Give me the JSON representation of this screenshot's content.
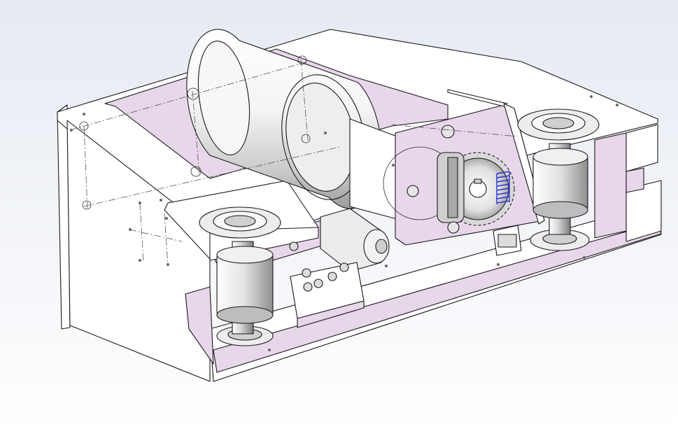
{
  "colors": {
    "face": "#ffffff",
    "section": "#e8d6ea",
    "steel": "#d9d9d9",
    "edge": "#1a1a1a",
    "spring": "#2a33d6",
    "background_top": "#e6eaf2"
  },
  "components": [
    "base-frame",
    "cylinder-drum",
    "left-end-plate",
    "gear-housing-plate",
    "spur-gear",
    "gear-rack",
    "compression-spring",
    "left-flange-bearing",
    "left-roller-shaft",
    "right-flange-bearing",
    "right-roller-shaft",
    "motor-shaft-housing",
    "mounting-bracket",
    "lower-bolt-assembly"
  ]
}
